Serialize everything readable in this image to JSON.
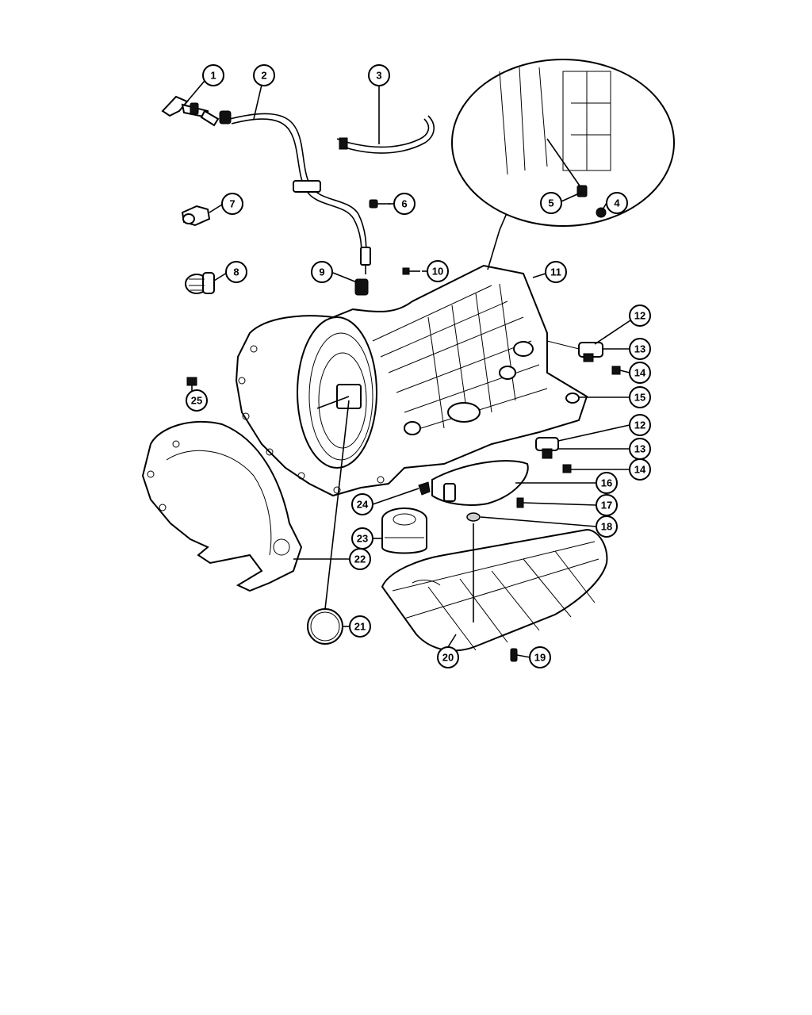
{
  "callouts": [
    {
      "number": "1"
    },
    {
      "number": "2"
    },
    {
      "number": "3"
    },
    {
      "number": "4"
    },
    {
      "number": "5"
    },
    {
      "number": "6"
    },
    {
      "number": "7"
    },
    {
      "number": "8"
    },
    {
      "number": "9"
    },
    {
      "number": "10"
    },
    {
      "number": "11"
    },
    {
      "number": "12"
    },
    {
      "number": "13"
    },
    {
      "number": "14"
    },
    {
      "number": "15"
    },
    {
      "number": "12"
    },
    {
      "number": "13"
    },
    {
      "number": "14"
    },
    {
      "number": "16"
    },
    {
      "number": "17"
    },
    {
      "number": "18"
    },
    {
      "number": "19"
    },
    {
      "number": "20"
    },
    {
      "number": "21"
    },
    {
      "number": "22"
    },
    {
      "number": "23"
    },
    {
      "number": "24"
    },
    {
      "number": "25"
    }
  ]
}
